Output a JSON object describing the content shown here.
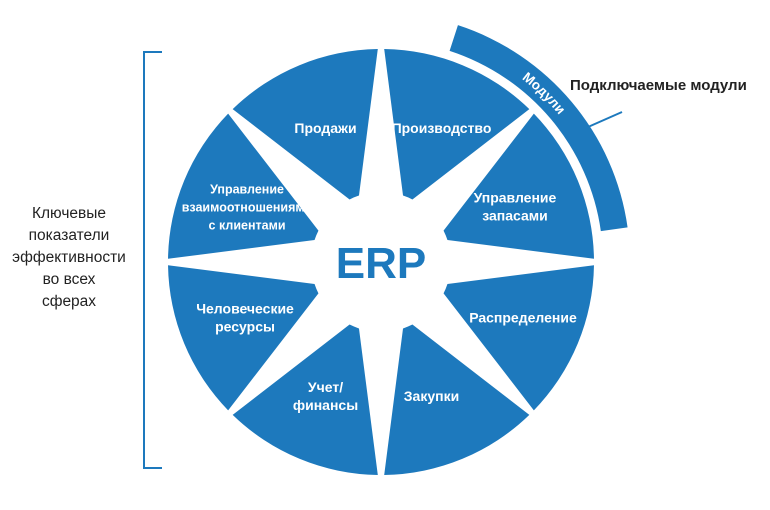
{
  "center": {
    "label": "ERP"
  },
  "segments": [
    {
      "id": "production",
      "lines": [
        "Производство"
      ]
    },
    {
      "id": "inventory",
      "lines": [
        "Управление",
        "запасами"
      ]
    },
    {
      "id": "distribution",
      "lines": [
        "Распределение"
      ]
    },
    {
      "id": "purchasing",
      "lines": [
        "Закупки"
      ]
    },
    {
      "id": "accounting",
      "lines": [
        "Учет/",
        "финансы"
      ]
    },
    {
      "id": "hr",
      "lines": [
        "Человеческие",
        "ресурсы"
      ]
    },
    {
      "id": "crm",
      "lines": [
        "Управление",
        "взаимоотношениями",
        "с клиентами"
      ]
    },
    {
      "id": "sales",
      "lines": [
        "Продажи"
      ]
    }
  ],
  "modules_arc": {
    "label": "Модули"
  },
  "plug_in_label": "Подключаемые модули",
  "kpi_label_lines": [
    "Ключевые",
    "показатели",
    "эффективности",
    "во всех",
    "сферах"
  ],
  "colors": {
    "segment": "#1d79bd",
    "white": "#ffffff",
    "center_text": "#1d79bd"
  }
}
